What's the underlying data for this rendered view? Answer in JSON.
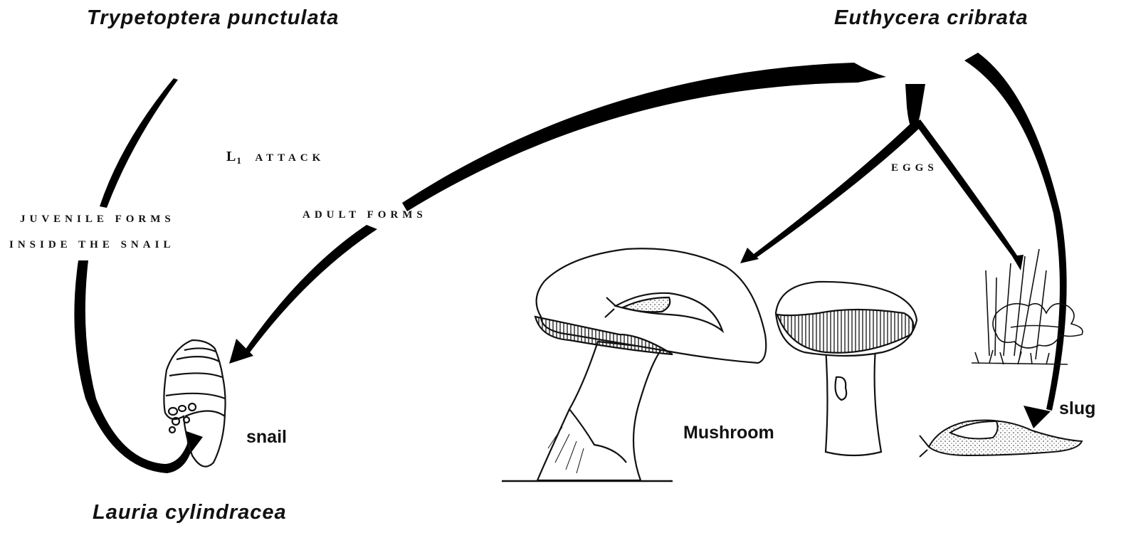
{
  "labels": {
    "trypetoptera": "Trypetoptera punctulata",
    "euthycera": "Euthycera cribrata",
    "lauria": "Lauria cylindracea",
    "l1_symbol": "L",
    "l1_subscript": "1",
    "attack": "ATTACK",
    "adult_forms": "ADULT FORMS",
    "juvenile_forms": "JUVENILE FORMS",
    "inside_snail": "INSIDE THE SNAIL",
    "eggs": "EGGS",
    "snail": "snail",
    "mushroom": "Mushroom",
    "slug": "slug"
  },
  "colors": {
    "ink": "#111111",
    "background": "#ffffff"
  }
}
